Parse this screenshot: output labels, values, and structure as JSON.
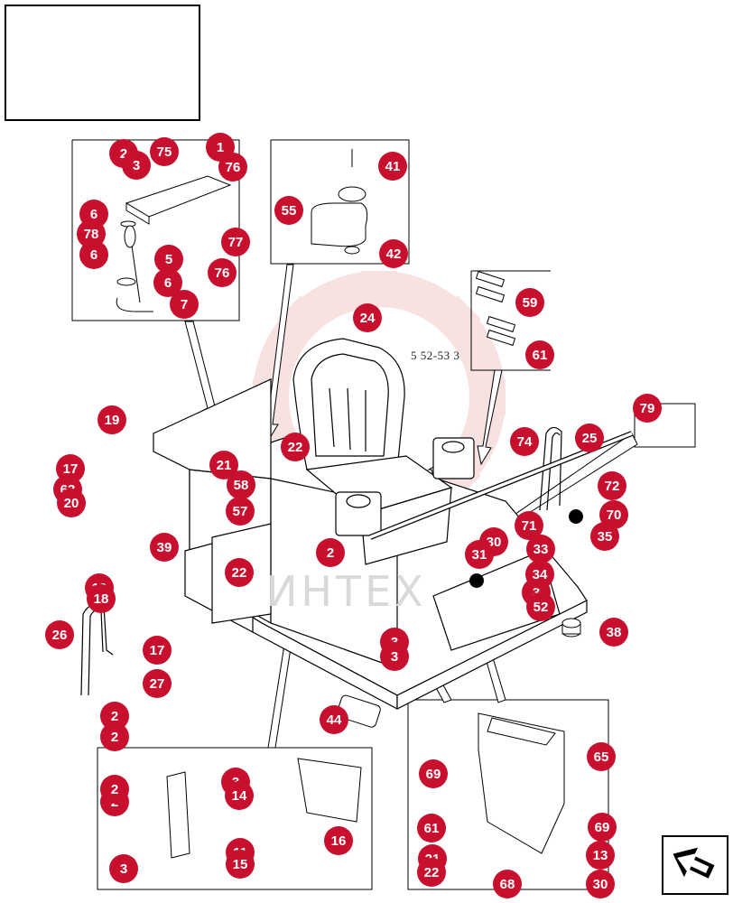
{
  "diagram": {
    "ref_code": "5 52-53 3",
    "watermark_text": "ИНТЕХ",
    "colors": {
      "callout": "#c8102e",
      "callout_text": "#ffffff",
      "line": "#000000",
      "watermark": "#f4c9c9"
    },
    "callouts": [
      "2",
      "3",
      "75",
      "1",
      "76",
      "6",
      "78",
      "77",
      "6",
      "5",
      "6",
      "7",
      "76",
      "41",
      "55",
      "42",
      "24",
      "59",
      "61",
      "79",
      "25",
      "19",
      "17",
      "63",
      "20",
      "21",
      "22",
      "74",
      "58",
      "57",
      "72",
      "70",
      "71",
      "35",
      "30",
      "33",
      "31",
      "2",
      "39",
      "22",
      "3",
      "34",
      "52",
      "19",
      "18",
      "26",
      "17",
      "27",
      "38",
      "3",
      "3",
      "44",
      "2",
      "2",
      "69",
      "65",
      "3",
      "14",
      "2",
      "2",
      "11",
      "3",
      "15",
      "16",
      "61",
      "21",
      "22",
      "69",
      "13",
      "68",
      "30"
    ],
    "icons": [
      "next-page-arrow-icon"
    ]
  }
}
